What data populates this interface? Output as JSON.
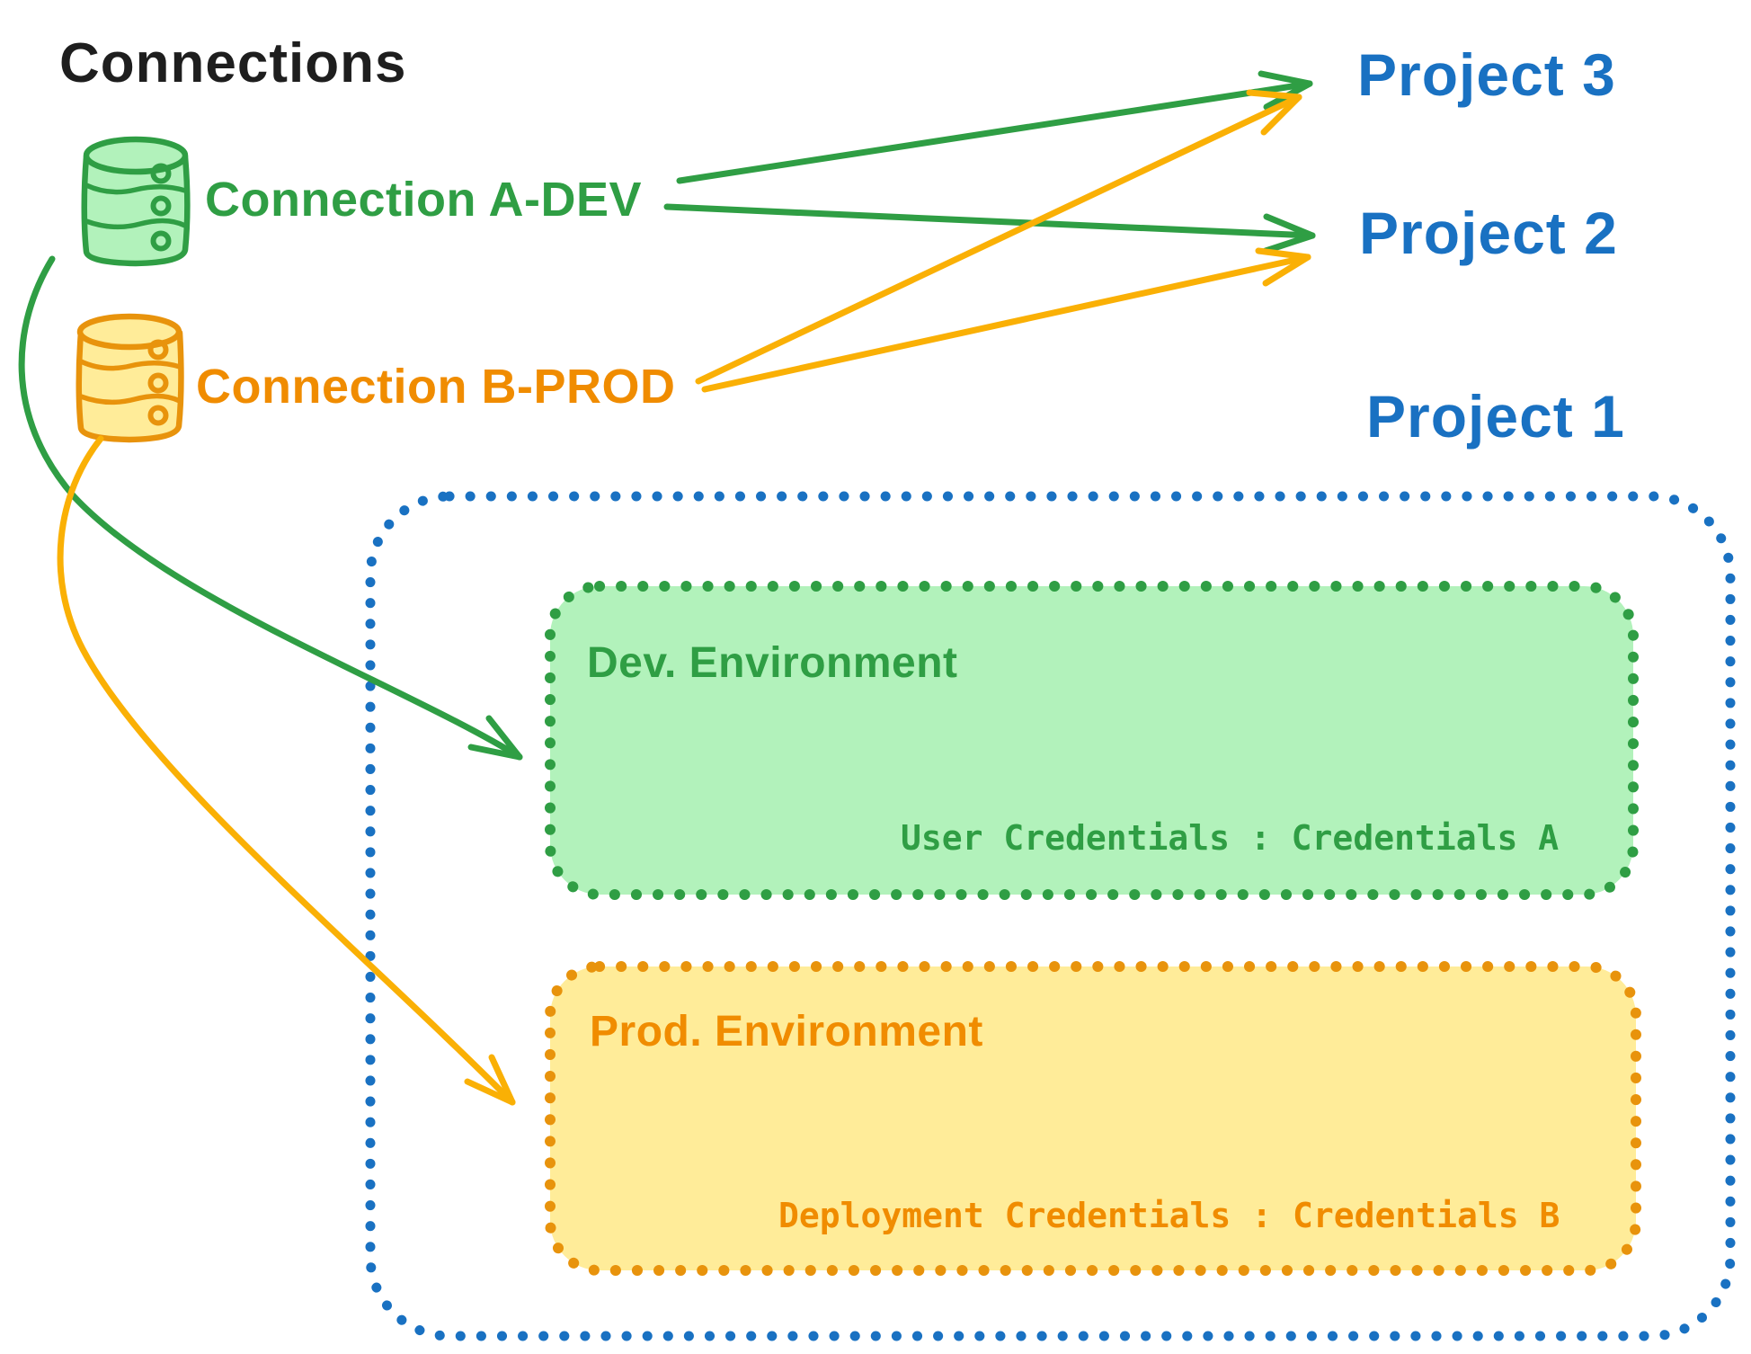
{
  "diagram": {
    "title": "Connections",
    "connections": [
      {
        "label": "Connection A-DEV",
        "icon": "database-cylinder-icon",
        "color": "#2f9e44",
        "fill": "#b2f2bb"
      },
      {
        "label": "Connection B-PROD",
        "icon": "database-cylinder-icon",
        "color": "#f08c00",
        "fill": "#ffec99"
      }
    ],
    "projects": [
      {
        "label": "Project 3"
      },
      {
        "label": "Project 2"
      },
      {
        "label": "Project 1"
      }
    ],
    "project_1_detail": {
      "environments": [
        {
          "label": "Dev. Environment",
          "credentials_line": "User Credentials : Credentials A",
          "accent": "#2f9e44",
          "fill": "#b2f2bb"
        },
        {
          "label": "Prod. Environment",
          "credentials_line": "Deployment Credentials : Credentials B",
          "accent": "#f08c00",
          "fill": "#ffec99"
        }
      ]
    },
    "edges": [
      {
        "from": "Connection A-DEV",
        "to": "Project 3",
        "color": "#2f9e44"
      },
      {
        "from": "Connection A-DEV",
        "to": "Project 2",
        "color": "#2f9e44"
      },
      {
        "from": "Connection B-PROD",
        "to": "Project 3",
        "color": "#fab005"
      },
      {
        "from": "Connection B-PROD",
        "to": "Project 2",
        "color": "#fab005"
      },
      {
        "from": "Connection A-DEV",
        "to": "Dev. Environment",
        "color": "#2f9e44"
      },
      {
        "from": "Connection B-PROD",
        "to": "Prod. Environment",
        "color": "#fab005"
      }
    ],
    "colors": {
      "title_text": "#1e1e1e",
      "project_text": "#1971c2",
      "green": "#2f9e44",
      "green_fill": "#b2f2bb",
      "orange": "#e8930c",
      "orange_text": "#f08c00",
      "orange_fill": "#ffec99",
      "orange_arrow": "#fab005",
      "blue_border": "#1971c2"
    }
  }
}
